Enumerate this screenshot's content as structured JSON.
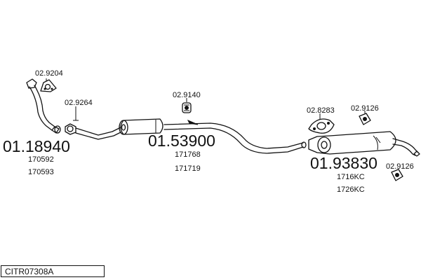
{
  "diagram_code": "CITR07308A",
  "colors": {
    "ink": "#111111",
    "background": "#ffffff"
  },
  "main_parts": [
    {
      "number": "01.18940",
      "refs": [
        "170592",
        "170593"
      ]
    },
    {
      "number": "01.53900",
      "refs": [
        "171768",
        "171719"
      ]
    },
    {
      "number": "01.93830",
      "refs": [
        "1716KC",
        "1726KC"
      ]
    }
  ],
  "accessories": [
    {
      "number": "02.9204",
      "icon": "gasket-triangle-icon"
    },
    {
      "number": "02.9264",
      "icon": "clamp-icon"
    },
    {
      "number": "02.9140",
      "icon": "rubber-mount-icon"
    },
    {
      "number": "02.8283",
      "icon": "oval-hanger-icon"
    },
    {
      "number": "02.9126",
      "icon": "rubber-mount-icon"
    },
    {
      "number": "02.9126",
      "icon": "rubber-mount-icon"
    }
  ]
}
